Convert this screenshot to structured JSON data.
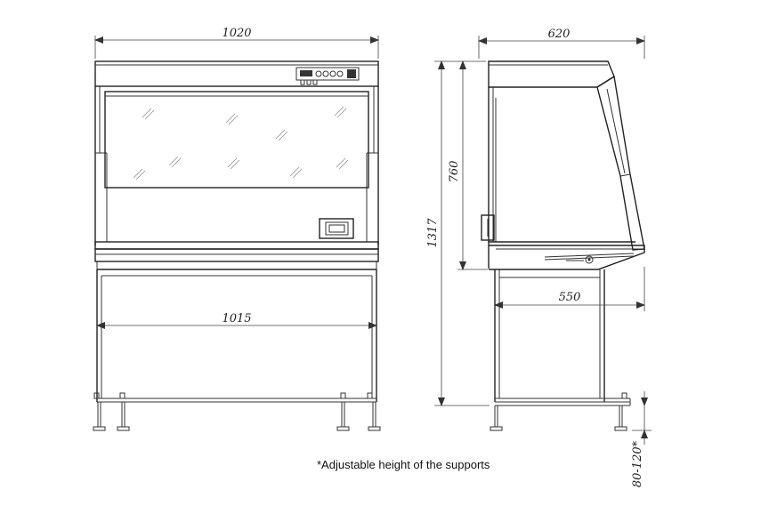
{
  "dimensions": {
    "front_width": "1020",
    "front_inner_width": "1015",
    "side_depth": "620",
    "side_inner_depth": "550",
    "total_height": "1317",
    "cabinet_height": "760",
    "support_height": "80-120*"
  },
  "note": "*Adjustable height of the supports",
  "colors": {
    "line": "#333333",
    "background": "#ffffff"
  }
}
